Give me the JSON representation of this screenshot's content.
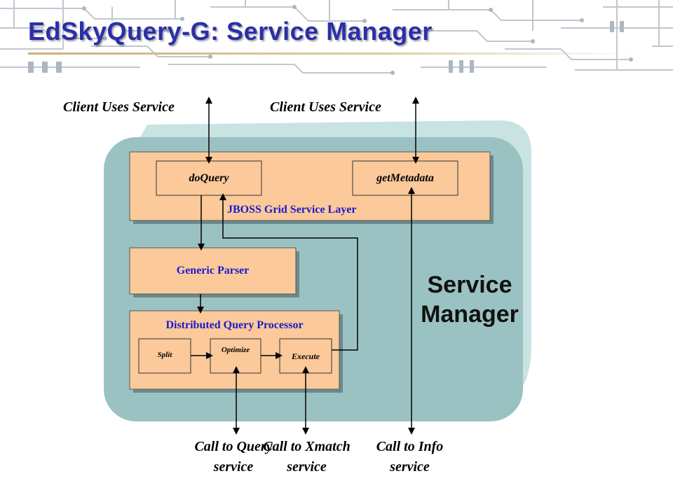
{
  "title": "EdSkyQuery-G: Service Manager",
  "labels": {
    "client_uses_service_1": "Client Uses Service",
    "client_uses_service_2": "Client Uses Service",
    "service_manager": "Service Manager",
    "jboss_layer": "JBOSS Grid Service Layer",
    "do_query": "doQuery",
    "get_metadata": "getMetadata",
    "generic_parser": "Generic Parser",
    "dqp": "Distributed Query Processor",
    "split": "Split",
    "optimize": "Optimize",
    "execute": "Execute",
    "call_query": "Call to Query service",
    "call_xmatch": "Call to Xmatch service",
    "call_info": "Call to Info service"
  },
  "colors": {
    "title": "#2b2fa8",
    "manager_bg": "#9bc2c2",
    "layer_fill": "#fbc99a",
    "box_text": "#1a1acc"
  }
}
